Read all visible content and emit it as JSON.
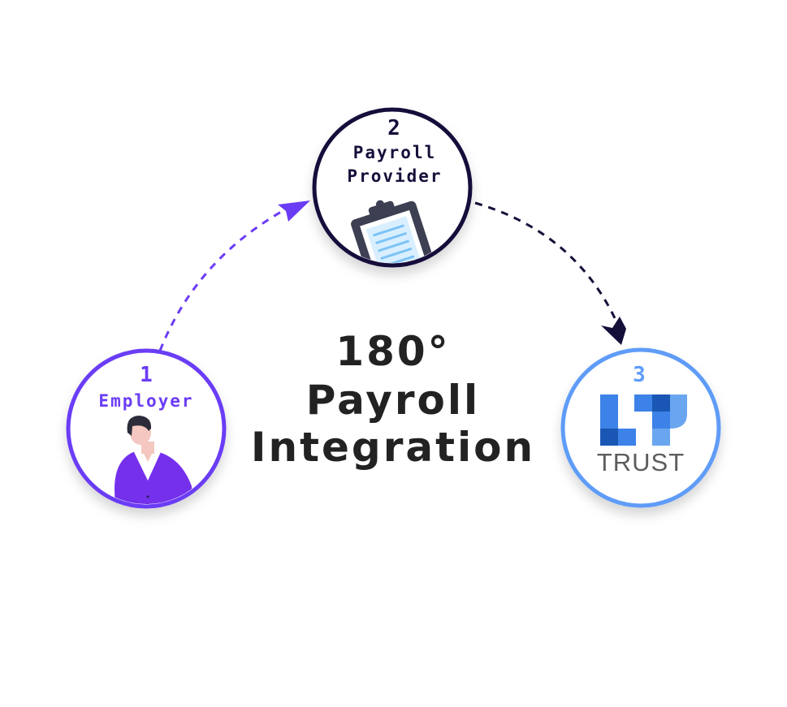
{
  "title": {
    "line1": "180°",
    "line2": "Payroll",
    "line3": "Integration"
  },
  "nodes": [
    {
      "step": "1",
      "label_lines": [
        "Employer"
      ],
      "color": "#6b3cf5"
    },
    {
      "step": "2",
      "label_lines": [
        "Payroll",
        "Provider"
      ],
      "color": "#15103a"
    },
    {
      "step": "3",
      "label_lines": [],
      "color": "#5f9cf8"
    }
  ],
  "logo": {
    "text": "TRUST",
    "colors": [
      "#3c82e8",
      "#1a57b4",
      "#6aa6ef"
    ]
  },
  "arrows": [
    {
      "from": "1",
      "to": "2",
      "style": "dashed",
      "color": "#6b3cf5"
    },
    {
      "from": "2",
      "to": "3",
      "style": "dashed",
      "color": "#15103a"
    }
  ]
}
